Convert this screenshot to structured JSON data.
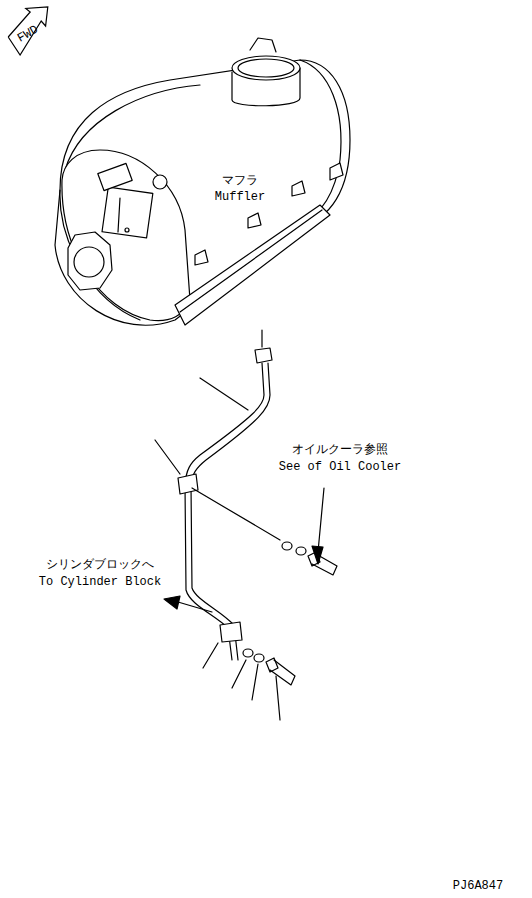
{
  "diagram": {
    "nodes": [
      {
        "text": [
          "FWD"
        ]
      }
    ],
    "labels": [
      "マフラ",
      "Muffler",
      "オイルクーラ参照",
      "See of Oil Cooler",
      "シリンダブロックへ",
      "To Cylinder Block",
      "PJ6A847"
    ]
  }
}
